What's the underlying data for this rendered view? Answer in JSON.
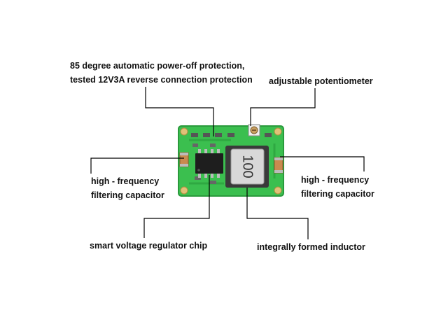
{
  "labels": {
    "protection_line1": "85 degree automatic power-off protection,",
    "protection_line2": "tested 12V3A reverse connection protection",
    "potentiometer": "adjustable potentiometer",
    "cap_left_line1": "high - frequency",
    "cap_left_line2": "filtering capacitor",
    "cap_right_line1": "high - frequency",
    "cap_right_line2": "filtering capacitor",
    "chip": "smart voltage regulator chip",
    "inductor": "integrally formed inductor"
  },
  "board": {
    "inductor_marking": "100",
    "pcb_color": "#3bbf4f",
    "pcb_edge_color": "#2a9a3c",
    "inductor_color": "#3a3a3a",
    "inductor_face_color": "#d8d8d8",
    "chip_color": "#1e1e1e",
    "capacitor_color": "#c98a4f",
    "leader_line_color": "#000000"
  }
}
